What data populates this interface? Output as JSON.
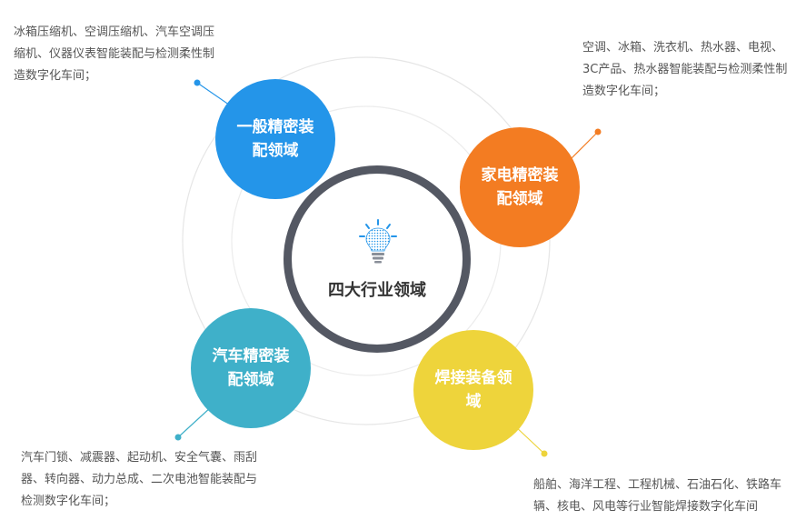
{
  "center": {
    "title": "四大行业领域",
    "icon": "lightbulb-icon"
  },
  "domains": {
    "general": {
      "label": "一般精密装配领域",
      "color": "#2495e9",
      "description": "冰箱压缩机、空调压缩机、汽车空调压缩机、仪器仪表智能装配与检测柔性制造数字化车间；"
    },
    "appliance": {
      "label": "家电精密装配领域",
      "color": "#f37c22",
      "description": "空调、冰箱、洗衣机、热水器、电视、3C产品、热水器智能装配与检测柔性制造数字化车间；"
    },
    "automotive": {
      "label": "汽车精密装配领域",
      "color": "#3fb0c9",
      "description": "汽车门锁、减震器、起动机、安全气囊、雨刮器、转向器、动力总成、二次电池智能装配与检测数字化车间；"
    },
    "welding": {
      "label": "焊接装备领域",
      "color": "#eed43b",
      "description": "船舶、海洋工程、工程机械、石油石化、铁路车辆、核电、风电等行业智能焊接数字化车间"
    }
  },
  "colors": {
    "ring": "#545863",
    "guide_circle": "#e6e6e6",
    "text": "#555555"
  }
}
